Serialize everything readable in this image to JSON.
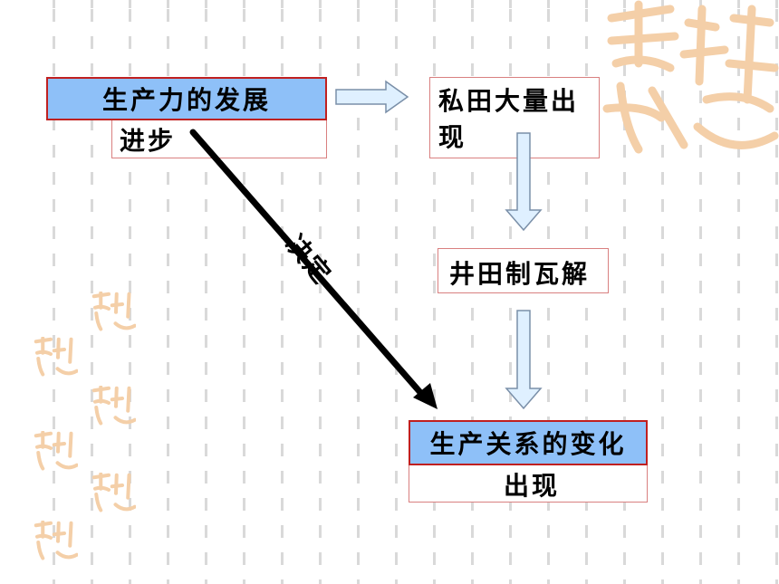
{
  "nodes": {
    "productivity": {
      "title": "生产力的发展",
      "sub": "进步"
    },
    "private_land": {
      "title": "私田大量出现"
    },
    "jingtian": {
      "title": "井田制瓦解"
    },
    "relations": {
      "title": "生产关系的变化",
      "sub": "出现"
    }
  },
  "edges": {
    "determine_label": "决定"
  },
  "colors": {
    "header_fill": "#8ec0f8",
    "header_border": "#c02020",
    "box_border": "#d98080",
    "arrow_fill": "#dff0ff",
    "arrow_stroke": "#7a8fa8",
    "watermark": "#f4cfa8"
  }
}
